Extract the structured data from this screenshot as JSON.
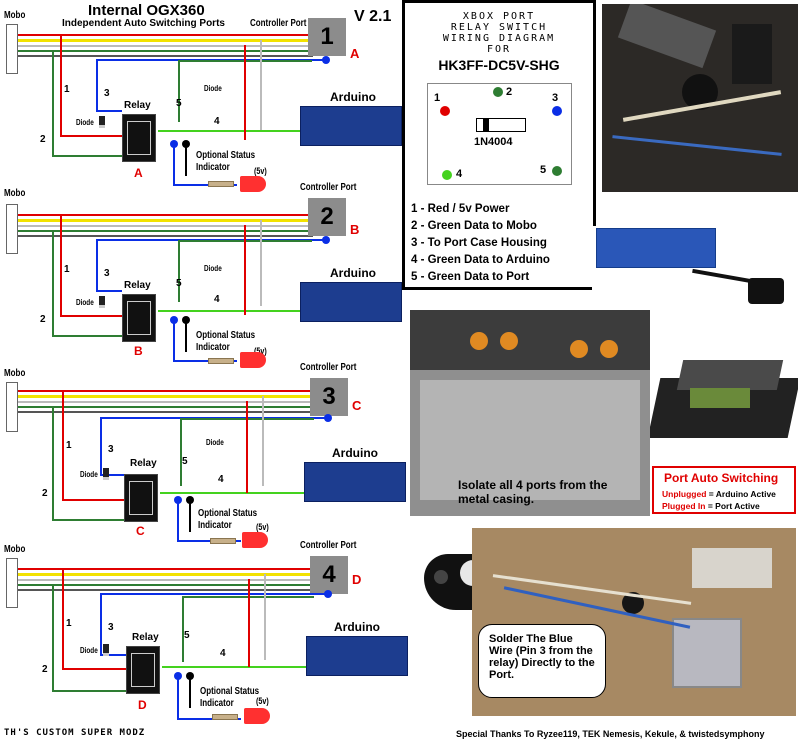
{
  "header": {
    "title": "Internal OGX360",
    "subtitle": "Independent Auto Switching Ports",
    "version": "V 2.1"
  },
  "labels": {
    "mobo": "Mobo",
    "controller_port": "Controller Port",
    "relay": "Relay",
    "diode": "Diode",
    "arduino": "Arduino",
    "status": "Optional Status",
    "indicator": "Indicator",
    "voltage": "(5v)",
    "w1": "1",
    "w2": "2",
    "w3": "3",
    "w4": "4",
    "w5": "5"
  },
  "ports": [
    {
      "number": "1",
      "letter": "A"
    },
    {
      "number": "2",
      "letter": "B"
    },
    {
      "number": "3",
      "letter": "C"
    },
    {
      "number": "4",
      "letter": "D"
    }
  ],
  "info_box": {
    "line1": "XBOX PORT",
    "line2": "RELAY SWITCH",
    "line3": "WIRING DIAGRAM",
    "line4": "FOR",
    "model": "HK3FF-DC5V-SHG",
    "diode_part": "1N4004",
    "pin1": "1",
    "pin2": "2",
    "pin3": "3",
    "pin4": "4",
    "pin5": "5",
    "legend": [
      "1 - Red / 5v Power",
      "2 - Green Data to Mobo",
      "3 - To Port Case Housing",
      "4 - Green Data to Arduino",
      "5 - Green Data to Port"
    ]
  },
  "photo_text": {
    "isolate": "Isolate all 4 ports from the metal casing.",
    "solder": "Solder The Blue Wire (Pin 3 from the relay) Directly to the Port."
  },
  "port_auto": {
    "title": "Port Auto Switching",
    "unplugged_key": "Unplugged",
    "unplugged_val": "= Arduino Active",
    "plugged_key": "Plugged In",
    "plugged_val": "= Port Active"
  },
  "footer": {
    "left": "TH'S CUSTOM SUPER MODZ",
    "right": "Special Thanks To Ryzee119, TEK Nemesis, Kekule, & twistedsymphony"
  },
  "colors": {
    "red": "#e00000",
    "green_wire": "#2e7d32",
    "light_green": "#44d21e",
    "blue": "#0a2ee6",
    "yellow": "#f2e200",
    "gray": "#8c8c8c",
    "arduino": "#1d3d8f",
    "led": "#ff3030"
  },
  "icons": [
    "relay-icon",
    "diode-icon",
    "arduino-board-icon",
    "led-icon",
    "resistor-icon",
    "controller-icon"
  ]
}
